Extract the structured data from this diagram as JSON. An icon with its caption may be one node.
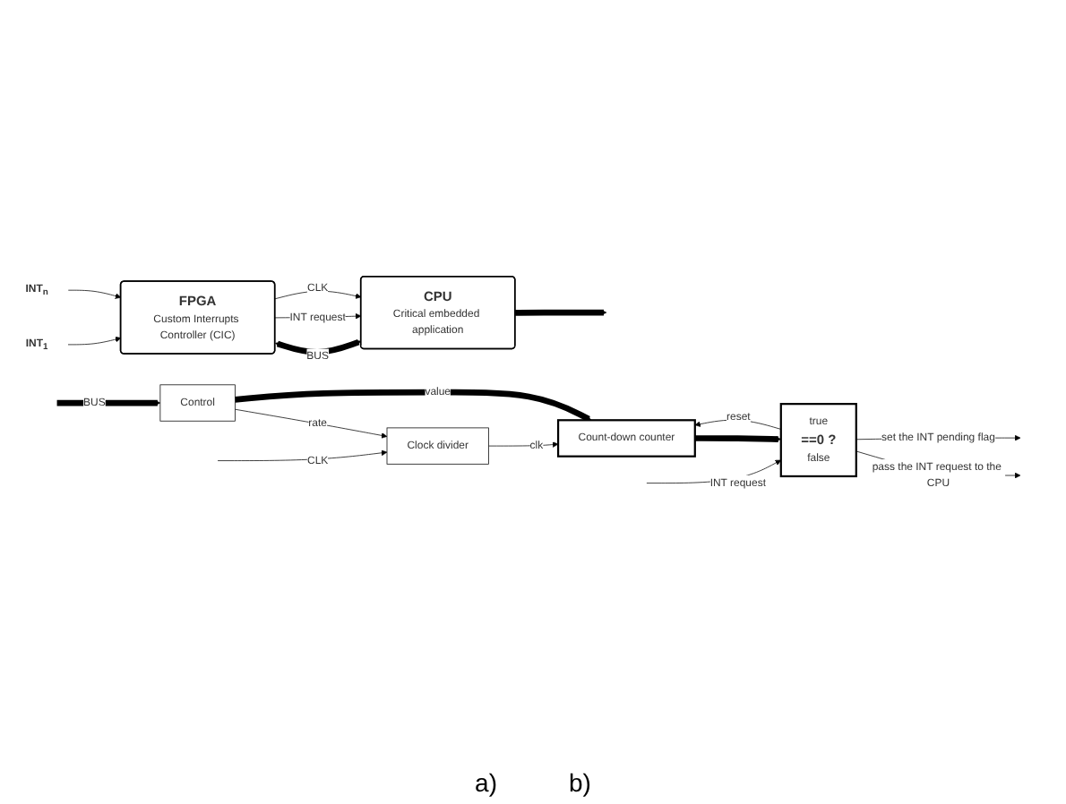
{
  "diagram": {
    "nodes": [
      {
        "text": [
          "INT$_{1}$"
        ]
      },
      {
        "text": [
          "INT$_{n}$"
        ]
      },
      {
        "text": [
          "FPGA",
          "Custom Interrupts Controller (CIC)"
        ]
      },
      {
        "text": [
          "CPU",
          "Critical embedded application"
        ]
      },
      {
        "text": [
          "Control"
        ]
      },
      {
        "text": [
          "Clock divider"
        ]
      },
      {
        "text": [
          "Count-down counter"
        ]
      },
      {
        "text": [
          "true",
          "==0 ?",
          "false"
        ]
      }
    ],
    "edges": [
      {
        "from": 0,
        "to": 2,
        "arrow": "to"
      },
      {
        "from": 1,
        "to": 2,
        "arrow": "to"
      },
      {
        "from": 2,
        "to": 3,
        "arrow": "both",
        "label": "BUS",
        "style": "thick"
      },
      {
        "from": 2,
        "to": 3,
        "arrow": "to",
        "label": "INT request"
      },
      {
        "from": 2,
        "to": 3,
        "arrow": "to",
        "label": "CLK"
      },
      {
        "from": 3,
        "to": null,
        "arrow": "to",
        "style": "thick"
      },
      {
        "from": null,
        "to": 4,
        "arrow": "to",
        "label": "BUS",
        "style": "thick"
      },
      {
        "from": null,
        "to": 5,
        "arrow": "to",
        "label": "CLK"
      },
      {
        "from": 4,
        "to": 5,
        "arrow": "to",
        "label": "rate"
      },
      {
        "from": 4,
        "to": 6,
        "arrow": "to",
        "label": "value",
        "style": "thick"
      },
      {
        "from": 5,
        "to": 6,
        "arrow": "to",
        "label": "clk"
      },
      {
        "from": 6,
        "to": 7,
        "arrow": "to",
        "style": "thick"
      },
      {
        "from": 7,
        "to": 6,
        "arrow": "to",
        "label": "reset"
      },
      {
        "from": null,
        "to": 7,
        "arrow": "to",
        "label": "INT request"
      },
      {
        "from": 7,
        "to": null,
        "arrow": "to",
        "label": "pass the INT request to the CPU"
      },
      {
        "from": 7,
        "to": null,
        "arrow": "to",
        "label": "set the INT pending flag"
      }
    ],
    "labels": [
      "a)",
      "b)"
    ]
  }
}
